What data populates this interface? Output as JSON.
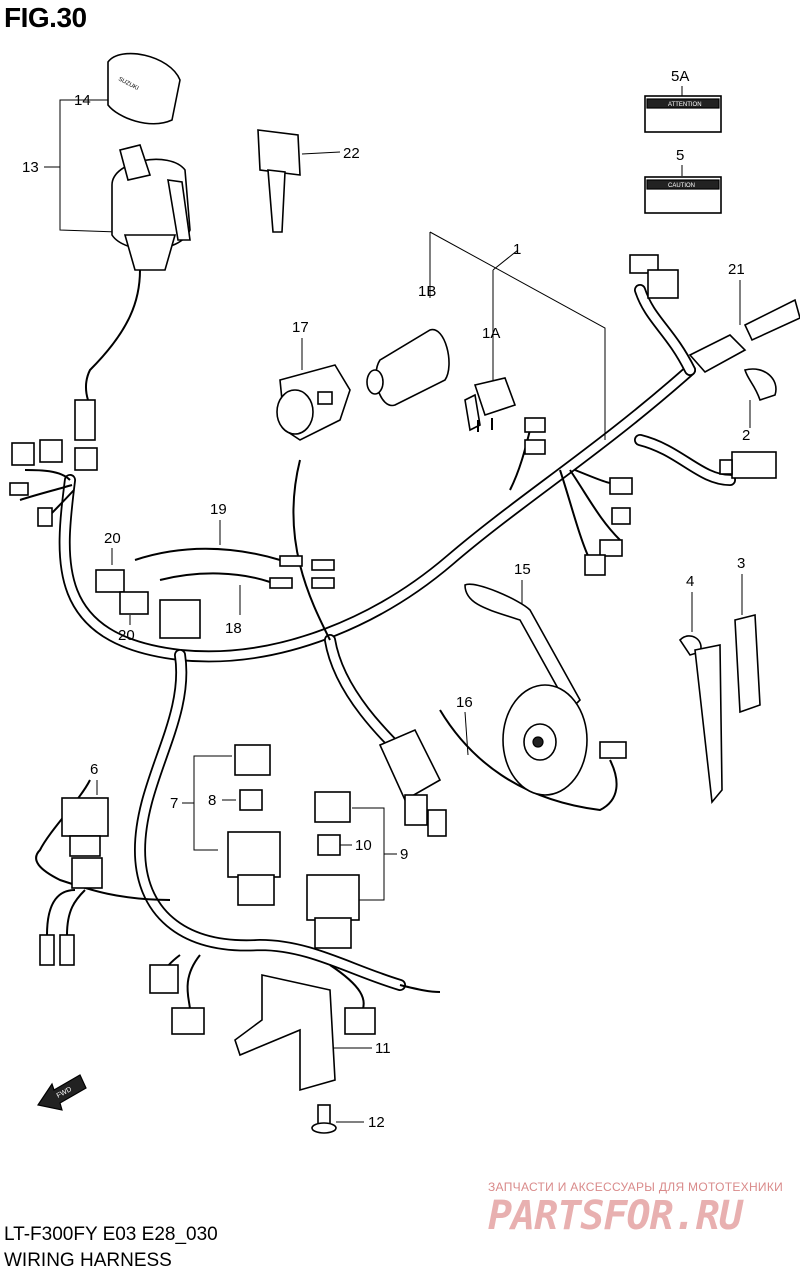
{
  "header": {
    "figure_title": "FIG.30"
  },
  "footer": {
    "model_code": "LT-F300FY E03 E28_030",
    "caption": "WIRING HARNESS"
  },
  "watermark": {
    "top_text": "ЗАПЧАСТИ И АКСЕССУАРЫ ДЛЯ МОТОТЕХНИКИ",
    "logo_text": "PARTSFOR.RU"
  },
  "part_labels": {
    "p1": "1",
    "p1A": "1A",
    "p1B": "1B",
    "p2": "2",
    "p3": "3",
    "p4": "4",
    "p5": "5",
    "p5A": "5A",
    "p6": "6",
    "p7": "7",
    "p8": "8",
    "p9": "9",
    "p10": "10",
    "p11": "11",
    "p12": "12",
    "p13": "13",
    "p14": "14",
    "p15": "15",
    "p16": "16",
    "p17": "17",
    "p18": "18",
    "p19": "19",
    "p20a": "20",
    "p20b": "20",
    "p21": "21",
    "p22": "22"
  },
  "part_text": {
    "cap_brand": "SUZUKI",
    "label_attention": "ATTENTION",
    "label_caution": "CAUTION",
    "fwd_arrow": "FWD"
  },
  "colors": {
    "line": "#000000",
    "background": "#ffffff",
    "watermark": "#e8b0b0"
  }
}
